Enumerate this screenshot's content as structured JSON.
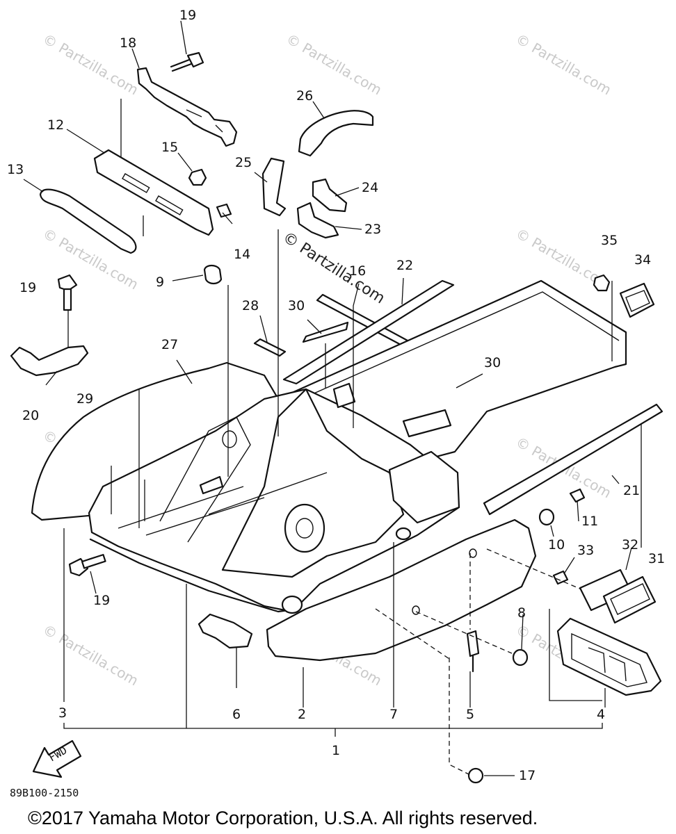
{
  "watermark_text": "© Partzilla.com",
  "brand_watermark": "© Partzilla.com",
  "diagram_code": "89B100-2150",
  "fwd_label": "FWD",
  "copyright": "©2017 Yamaha Motor Corporation, U.S.A. All rights reserved.",
  "callouts": {
    "c1": "1",
    "c2": "2",
    "c3": "3",
    "c4": "4",
    "c5": "5",
    "c6": "6",
    "c7": "7",
    "c8": "8",
    "c9": "9",
    "c10": "10",
    "c11": "11",
    "c12": "12",
    "c13": "13",
    "c14": "14",
    "c15": "15",
    "c16": "16",
    "c17": "17",
    "c18": "18",
    "c19a": "19",
    "c19b": "19",
    "c19c": "19",
    "c20": "20",
    "c21": "21",
    "c22": "22",
    "c23": "23",
    "c24": "24",
    "c25": "25",
    "c26": "26",
    "c27": "27",
    "c28": "28",
    "c29": "29",
    "c30a": "30",
    "c30b": "30",
    "c31": "31",
    "c32": "32",
    "c33": "33",
    "c34": "34",
    "c35": "35"
  }
}
